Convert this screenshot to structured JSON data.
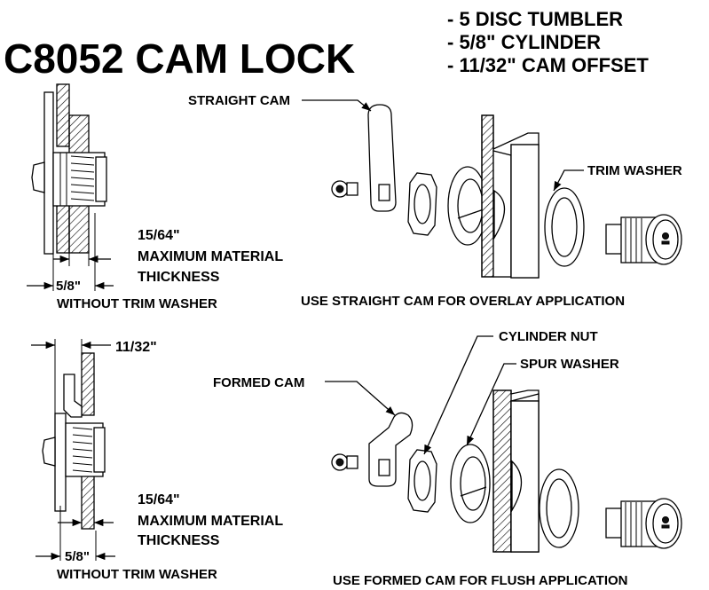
{
  "title": "C8052 CAM LOCK",
  "features": [
    "- 5 DISC TUMBLER",
    "- 5/8\" CYLINDER",
    "- 11/32\" CAM OFFSET"
  ],
  "top": {
    "cam_label": "STRAIGHT CAM",
    "trim_label": "TRIM WASHER",
    "material_line1": "15/64\"",
    "material_line2": "MAXIMUM MATERIAL",
    "material_line3": "THICKNESS",
    "cylinder_dim": "5/8\"",
    "without_trim": "WITHOUT TRIM WASHER",
    "caption": "USE STRAIGHT CAM FOR OVERLAY APPLICATION"
  },
  "bottom": {
    "offset_dim": "11/32\"",
    "cam_label": "FORMED CAM",
    "nut_label": "CYLINDER NUT",
    "spur_label": "SPUR WASHER",
    "material_line1": "15/64\"",
    "material_line2": "MAXIMUM MATERIAL",
    "material_line3": "THICKNESS",
    "cylinder_dim": "5/8\"",
    "without_trim": "WITHOUT TRIM WASHER",
    "caption": "USE FORMED CAM FOR FLUSH APPLICATION"
  }
}
